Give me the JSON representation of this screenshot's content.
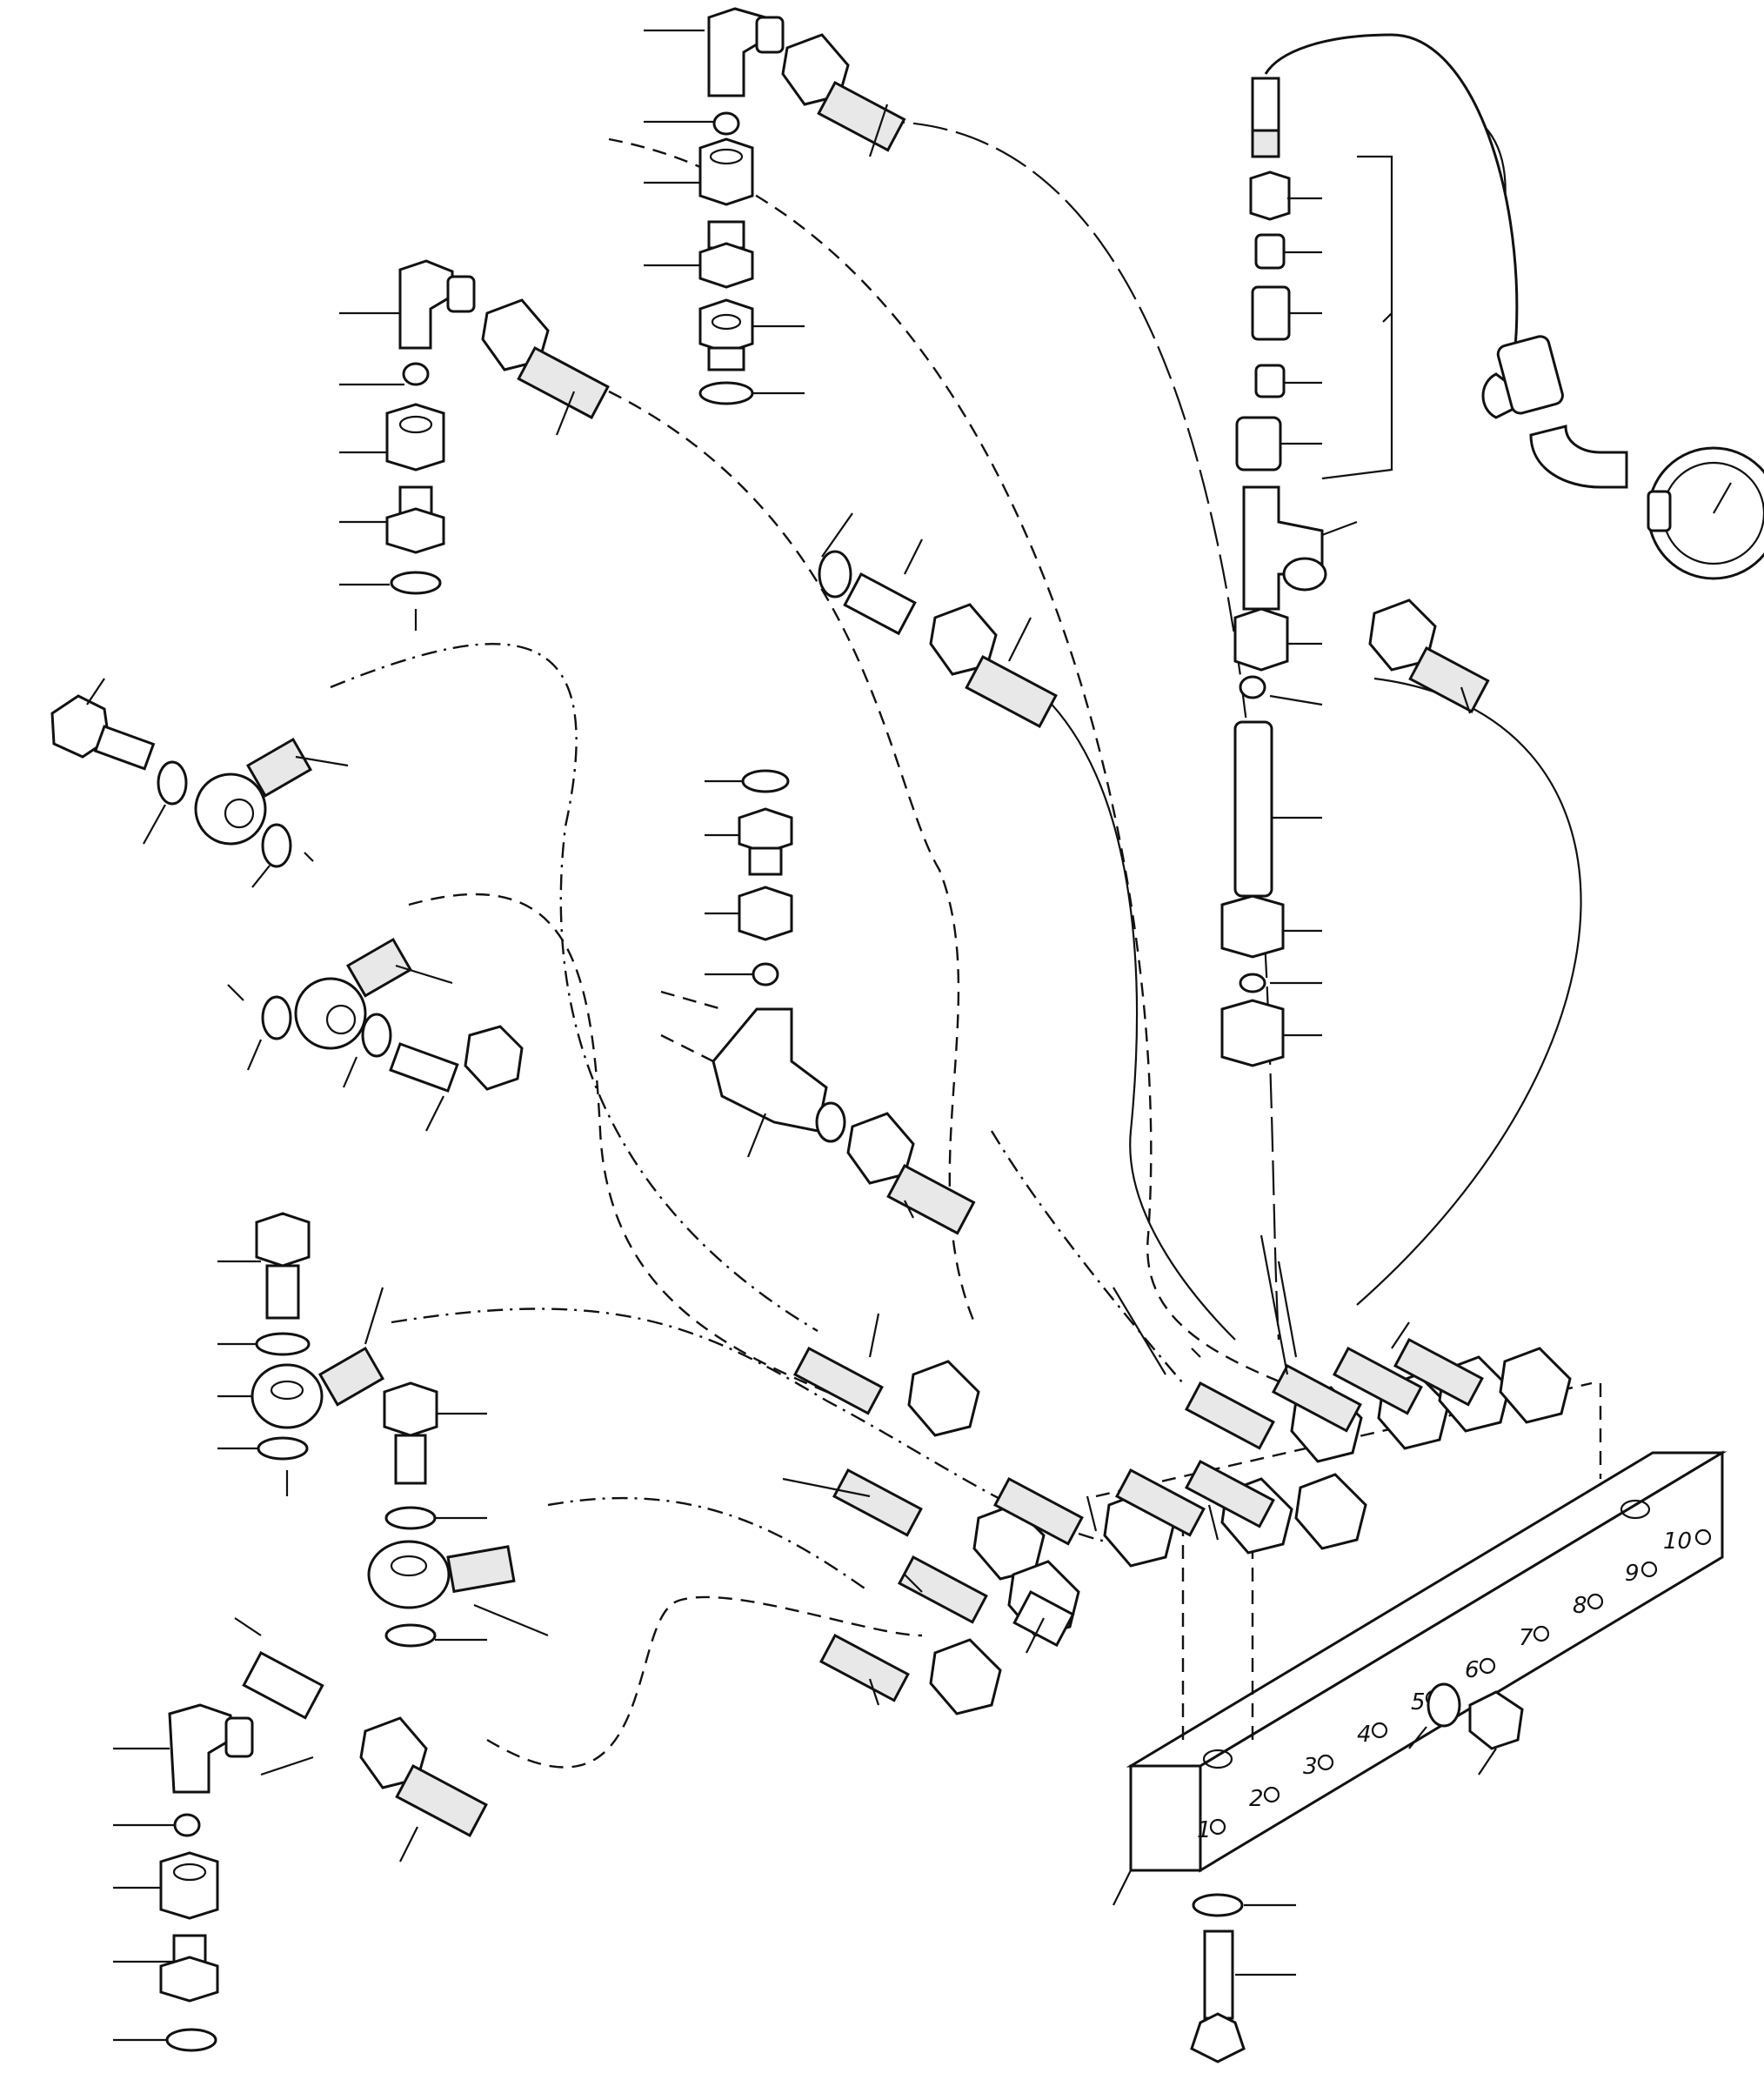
{
  "diagram": {
    "type": "exploded-parts-drawing",
    "manifold": {
      "port_numbers": [
        "1",
        "2",
        "3",
        "4",
        "5",
        "6",
        "7",
        "8",
        "9",
        "10"
      ]
    }
  }
}
